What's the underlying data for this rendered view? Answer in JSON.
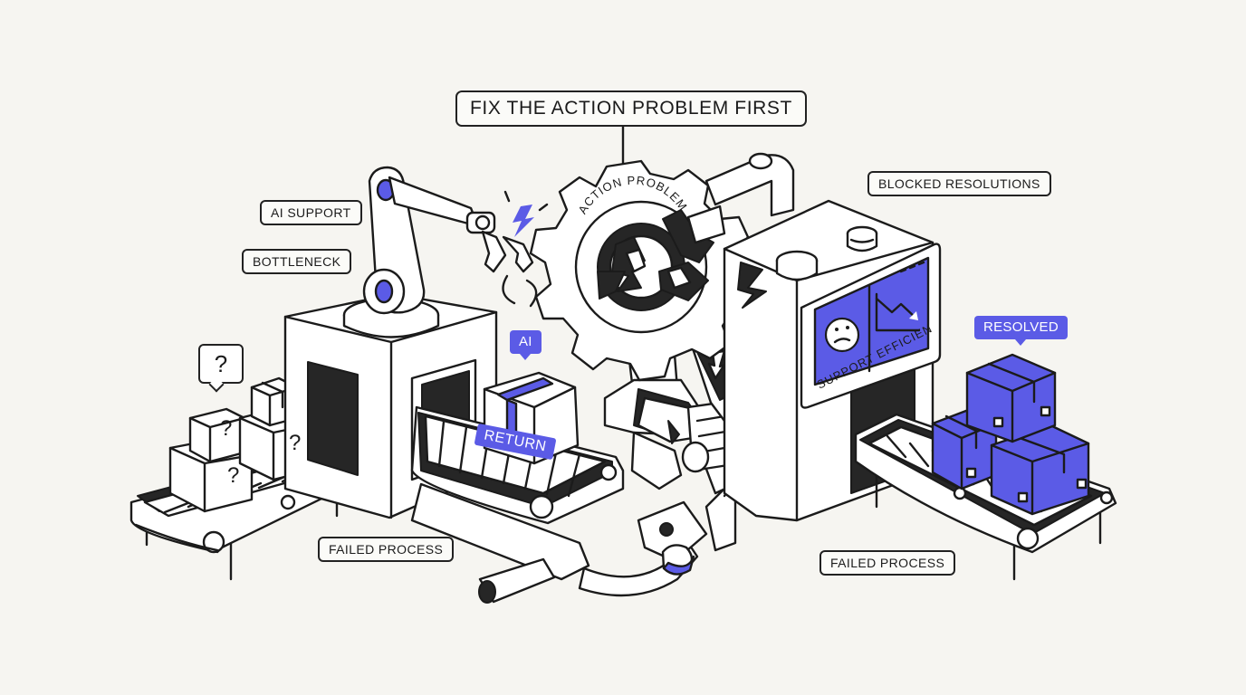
{
  "title": "FIX THE ACTION PROBLEM FIRST",
  "labels": {
    "ai_support": "AI SUPPORT",
    "bottleneck": "BOTTLENECK",
    "blocked_resolutions": "BLOCKED RESOLUTIONS",
    "failed_process_left": "FAILED PROCESS",
    "failed_process_right": "FAILED PROCESS",
    "resolved": "RESOLVED",
    "ai": "AI",
    "return": "RETURN",
    "gear": "ACTION PROBLEM",
    "screen": "SUPPORT EFFICIENCY",
    "question": "?"
  },
  "colors": {
    "accent": "#5b5be6",
    "ink": "#1b1b1b",
    "background": "#f6f5f1"
  }
}
